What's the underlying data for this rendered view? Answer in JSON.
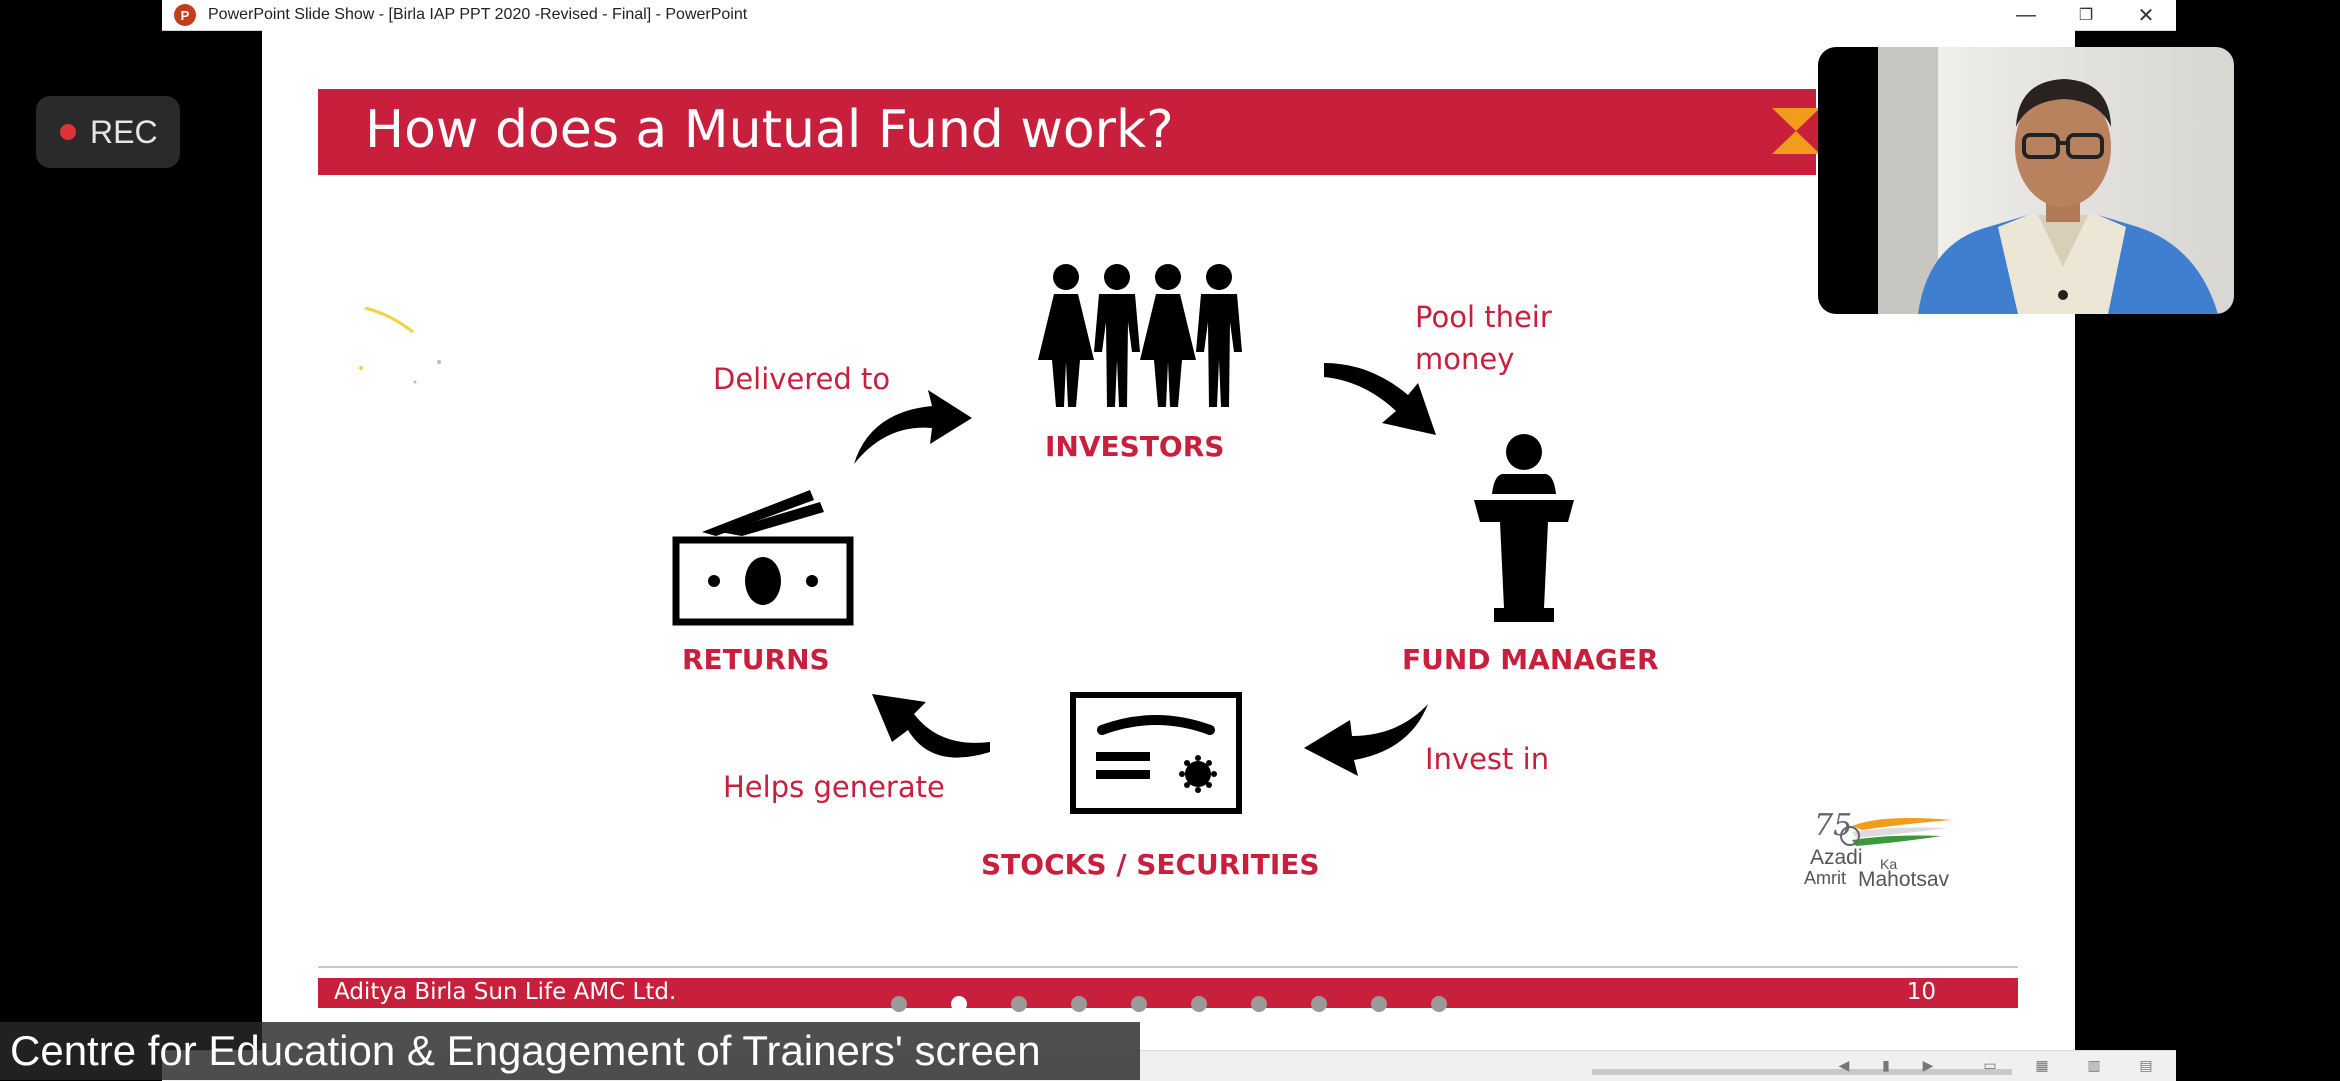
{
  "window": {
    "title": "PowerPoint Slide Show - [Birla IAP PPT 2020 -Revised - Final] - PowerPoint",
    "app_icon_letter": "P",
    "minimize_glyph": "—",
    "restore_glyph": "❐",
    "close_glyph": "✕"
  },
  "recording": {
    "label": "REC"
  },
  "slide": {
    "title": "How does a Mutual Fund work?",
    "nodes": {
      "investors": "INVESTORS",
      "fund_manager": "FUND MANAGER",
      "stocks": "STOCKS / SECURITIES",
      "returns": "RETURNS"
    },
    "edges": {
      "pool_line1": "Pool their",
      "pool_line2": "money",
      "invest": "Invest in",
      "helps": "Helps generate",
      "delivered": "Delivered to"
    },
    "footer_company": "Aditya Birla Sun Life AMC Ltd.",
    "page_number": "10",
    "logo": {
      "line1": "Azadi",
      "line2": "Ka",
      "line3": "Amrit",
      "line4": "Mahotsav",
      "number": "75"
    }
  },
  "navigation": {
    "dot_count": 10,
    "active_index": 1
  },
  "caption": "Centre for Education & Engagement of Trainers' screen",
  "colors": {
    "brand_red": "#c8203c",
    "rec_red": "#e0303a"
  }
}
